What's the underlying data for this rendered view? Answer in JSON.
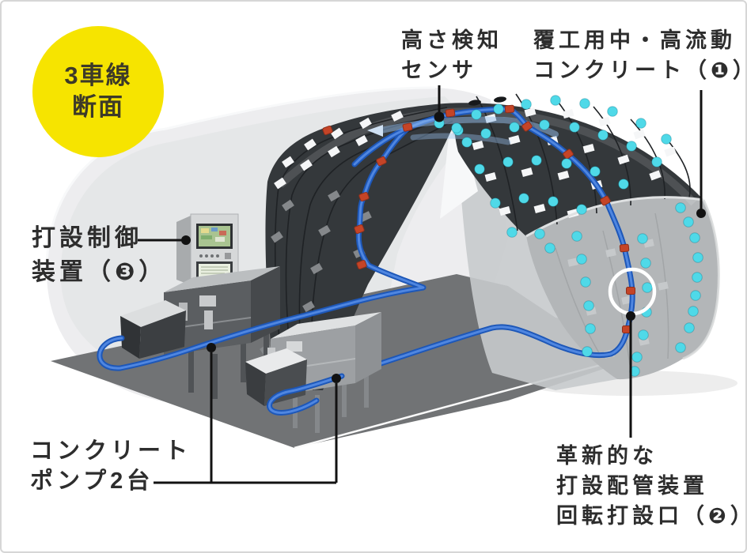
{
  "badge": {
    "line1": "3車線",
    "line2": "断面"
  },
  "labels": {
    "height_sensor": {
      "line1": "高さ検知",
      "line2": "センサ"
    },
    "lining_concrete": {
      "line1": "覆工用中・高流動",
      "line2": "コンクリート（❶）"
    },
    "placement_control": {
      "line1": "打設制御",
      "line2": "装置（❸）"
    },
    "concrete_pumps": {
      "line1": "コンクリート",
      "line2": "ポンプ2台"
    },
    "rotary_outlet": {
      "line1": "革新的な",
      "line2": "打設配管装置",
      "line3": "回転打設口（❷）"
    }
  },
  "colors": {
    "badge_yellow": "#f6e400",
    "pipe_blue": "#2d62be",
    "connector_red": "#c44427",
    "sensor_cyan": "#4fd9e8",
    "formwork_dark": "#34383b",
    "lining_gray": "#b3b6b8",
    "floor_gray": "#717375",
    "label_text": "#2d2d2d"
  }
}
